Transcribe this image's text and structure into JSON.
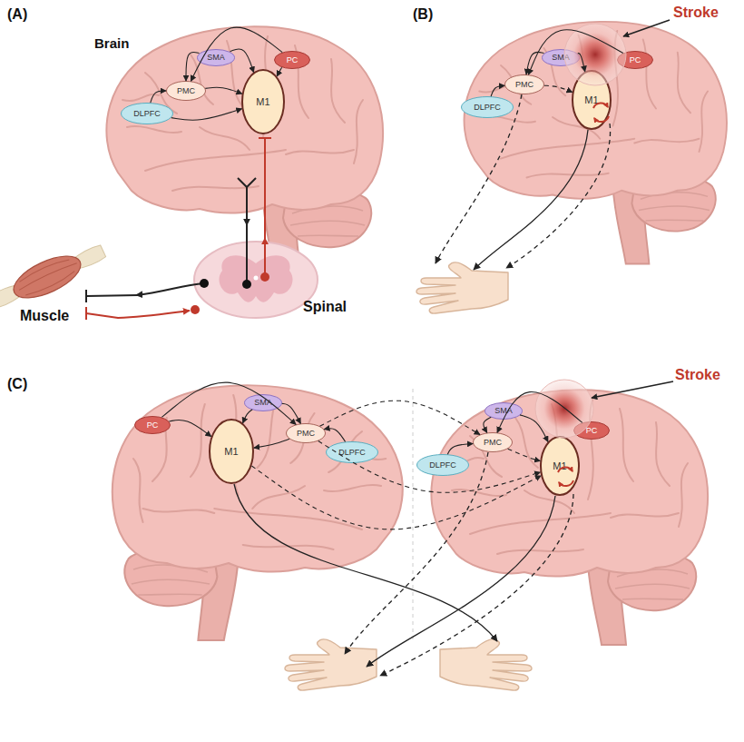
{
  "diagram": {
    "nodes": [
      {
        "text": [
          "SMA"
        ]
      },
      {
        "text": [
          "PC"
        ]
      },
      {
        "text": [
          "PMC"
        ]
      },
      {
        "text": [
          "M1"
        ]
      },
      {
        "text": [
          "DLPFC"
        ]
      },
      {
        "text": [
          "SMA"
        ]
      },
      {
        "text": [
          "PC"
        ]
      },
      {
        "text": [
          "PMC"
        ]
      },
      {
        "text": [
          "M1"
        ]
      },
      {
        "text": [
          "DLPFC"
        ]
      },
      {
        "text": [
          "PC"
        ]
      },
      {
        "text": [
          "SMA"
        ]
      },
      {
        "text": [
          "M1"
        ]
      },
      {
        "text": [
          "PMC"
        ]
      },
      {
        "text": [
          "DLPFC"
        ]
      },
      {
        "text": [
          "SMA"
        ]
      },
      {
        "text": [
          "PC"
        ]
      },
      {
        "text": [
          "PMC"
        ]
      },
      {
        "text": [
          "M1"
        ]
      },
      {
        "text": [
          "DLPFC"
        ]
      }
    ],
    "edges": [
      {
        "from": 1,
        "to": 2,
        "arrow": "to"
      },
      {
        "from": 0,
        "to": 2,
        "arrow": "to"
      },
      {
        "from": 0,
        "to": 3,
        "arrow": "to"
      },
      {
        "from": 1,
        "to": 3,
        "arrow": "to"
      },
      {
        "from": 2,
        "to": 3,
        "arrow": "to"
      },
      {
        "from": 4,
        "to": 2,
        "arrow": "to"
      },
      {
        "from": 4,
        "to": 3,
        "arrow": "to"
      },
      {
        "from": 6,
        "to": 7,
        "arrow": "to"
      },
      {
        "from": 5,
        "to": 7,
        "arrow": "to"
      },
      {
        "from": 5,
        "to": 8,
        "arrow": "to"
      },
      {
        "from": 7,
        "to": 8,
        "arrow": "to"
      },
      {
        "from": 9,
        "to": 7,
        "arrow": "to"
      },
      {
        "from": 10,
        "to": 13,
        "arrow": "to"
      },
      {
        "from": 10,
        "to": 12,
        "arrow": "to"
      },
      {
        "from": 11,
        "to": 12,
        "arrow": "to"
      },
      {
        "from": 11,
        "to": 13,
        "arrow": "to"
      },
      {
        "from": 13,
        "to": 12,
        "arrow": "to"
      },
      {
        "from": 14,
        "to": 13,
        "arrow": "to"
      },
      {
        "from": 16,
        "to": 17,
        "arrow": "to"
      },
      {
        "from": 15,
        "to": 17,
        "arrow": "to"
      },
      {
        "from": 15,
        "to": 18,
        "arrow": "to"
      },
      {
        "from": 17,
        "to": 18,
        "arrow": "to"
      },
      {
        "from": 19,
        "to": 17,
        "arrow": "to"
      },
      {
        "from": 13,
        "to": 17,
        "arrow": "to"
      },
      {
        "from": 13,
        "to": 18,
        "arrow": "to"
      },
      {
        "from": 12,
        "to": 18,
        "arrow": "to"
      }
    ],
    "labels": [
      "(A)",
      "Brain",
      "Muscle",
      "Spinal",
      "(B)",
      "Stroke",
      "(C)",
      "Stroke"
    ]
  }
}
